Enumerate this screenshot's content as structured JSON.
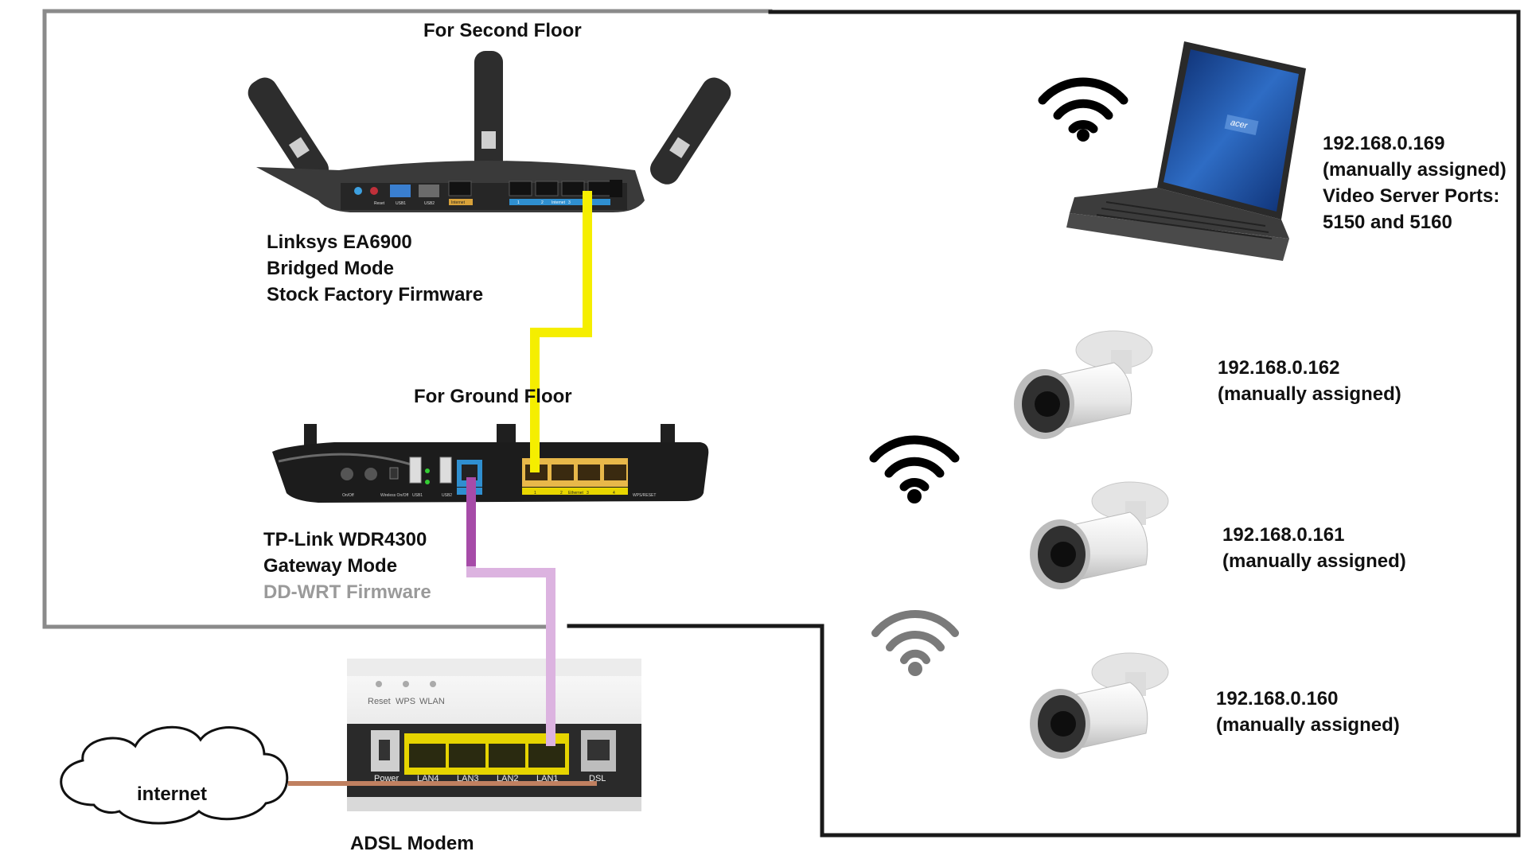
{
  "labels": {
    "second_floor_title": "For Second Floor",
    "ground_floor_title": "For Ground Floor",
    "linksys": [
      "Linksys EA6900",
      "Bridged Mode",
      "Stock Factory Firmware"
    ],
    "tplink": [
      "TP-Link WDR4300",
      "Gateway Mode",
      "DD-WRT Firmware"
    ],
    "adsl": "ADSL Modem",
    "internet": "internet",
    "laptop": [
      "192.168.0.169",
      "(manually assigned)",
      "Video Server Ports:",
      "5150 and 5160"
    ],
    "camera1": [
      "192.168.0.162",
      "(manually assigned)"
    ],
    "camera2": [
      "192.168.0.161",
      "(manually assigned)"
    ],
    "camera3": [
      "192.168.0.160",
      "(manually assigned)"
    ]
  },
  "router_text": {
    "linksys_ports": [
      "Reset",
      "USB1",
      "USB2",
      "Internet",
      "1",
      "2",
      "Internet",
      "3"
    ],
    "tplink_ports": [
      "On/Off",
      "Wireless On/Off",
      "USB1",
      "USB2",
      "1",
      "2",
      "Ethernet",
      "3",
      "4",
      "WPS/RESET"
    ],
    "modem_leds": [
      "Reset",
      "WPS",
      "WLAN"
    ],
    "modem_ports": [
      "Power",
      "LAN4",
      "LAN3",
      "LAN2",
      "LAN1",
      "DSL"
    ],
    "laptop_brand": "acer"
  },
  "colors": {
    "link_linksys_tplink": "#f5ee00",
    "link_tplink_modem_upper": "#a64ba8",
    "link_tplink_modem_lower": "#dcb3e0",
    "link_modem_internet": "#c08060",
    "border": "#1a1a1a",
    "router_body": "#3a3a3a",
    "lan_port": "#e8b84a",
    "wan_port": "#2f8fd0",
    "modem_lan": "#e8d600"
  },
  "icons": [
    "wifi-icon",
    "laptop-icon",
    "camera-icon",
    "cloud-icon",
    "router-icon",
    "modem-icon"
  ]
}
